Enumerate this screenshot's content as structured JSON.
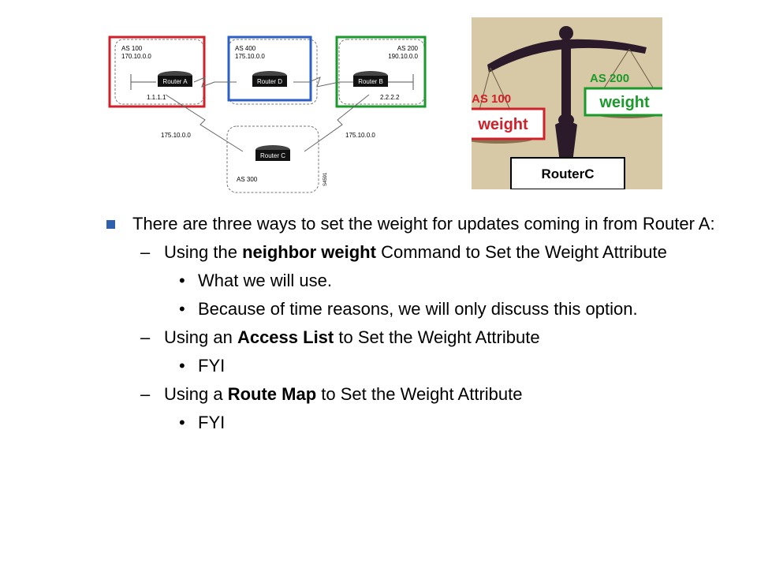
{
  "diagram": {
    "as100": {
      "as": "AS 100",
      "net": "170.10.0.0",
      "router": "Router A",
      "ip": "1.1.1.1"
    },
    "as400": {
      "as": "AS 400",
      "net": "175.10.0.0",
      "router": "Router D"
    },
    "as200": {
      "as": "AS 200",
      "net": "190.10.0.0",
      "router": "Router B",
      "ip": "2.2.2.2"
    },
    "as300": {
      "as": "AS 300",
      "router": "Router C"
    },
    "link_left": "175.10.0.0",
    "link_right": "175.10.0.0",
    "figure_id": "S4591",
    "colors": {
      "red": "#d0202a",
      "blue": "#2b5fc4",
      "green": "#1a9a2a"
    }
  },
  "scale": {
    "as100_label": "AS 100",
    "as200_label": "AS 200",
    "weight_left": "weight",
    "weight_right": "weight",
    "router_label": "RouterC",
    "colors": {
      "background": "#d8c9a6",
      "as100": "#d0202a",
      "as200": "#1a9a2a",
      "beam": "#2a1a2a"
    }
  },
  "bullets": {
    "main": "There are three ways to set the weight for updates coming in from Router A:",
    "opt1_pre": "Using the ",
    "opt1_bold": "neighbor weight",
    "opt1_post": " Command to Set the Weight Attribute",
    "opt1_sub1": "What we will use.",
    "opt1_sub2": "Because of time reasons, we will only discuss this option.",
    "opt2_pre": "Using an ",
    "opt2_bold": "Access List",
    "opt2_post": " to Set the Weight Attribute",
    "opt2_sub1": "FYI",
    "opt3_pre": "Using a ",
    "opt3_bold": "Route Map",
    "opt3_post": " to Set the Weight Attribute",
    "opt3_sub1": "FYI",
    "dash": "–",
    "dot": "•"
  }
}
